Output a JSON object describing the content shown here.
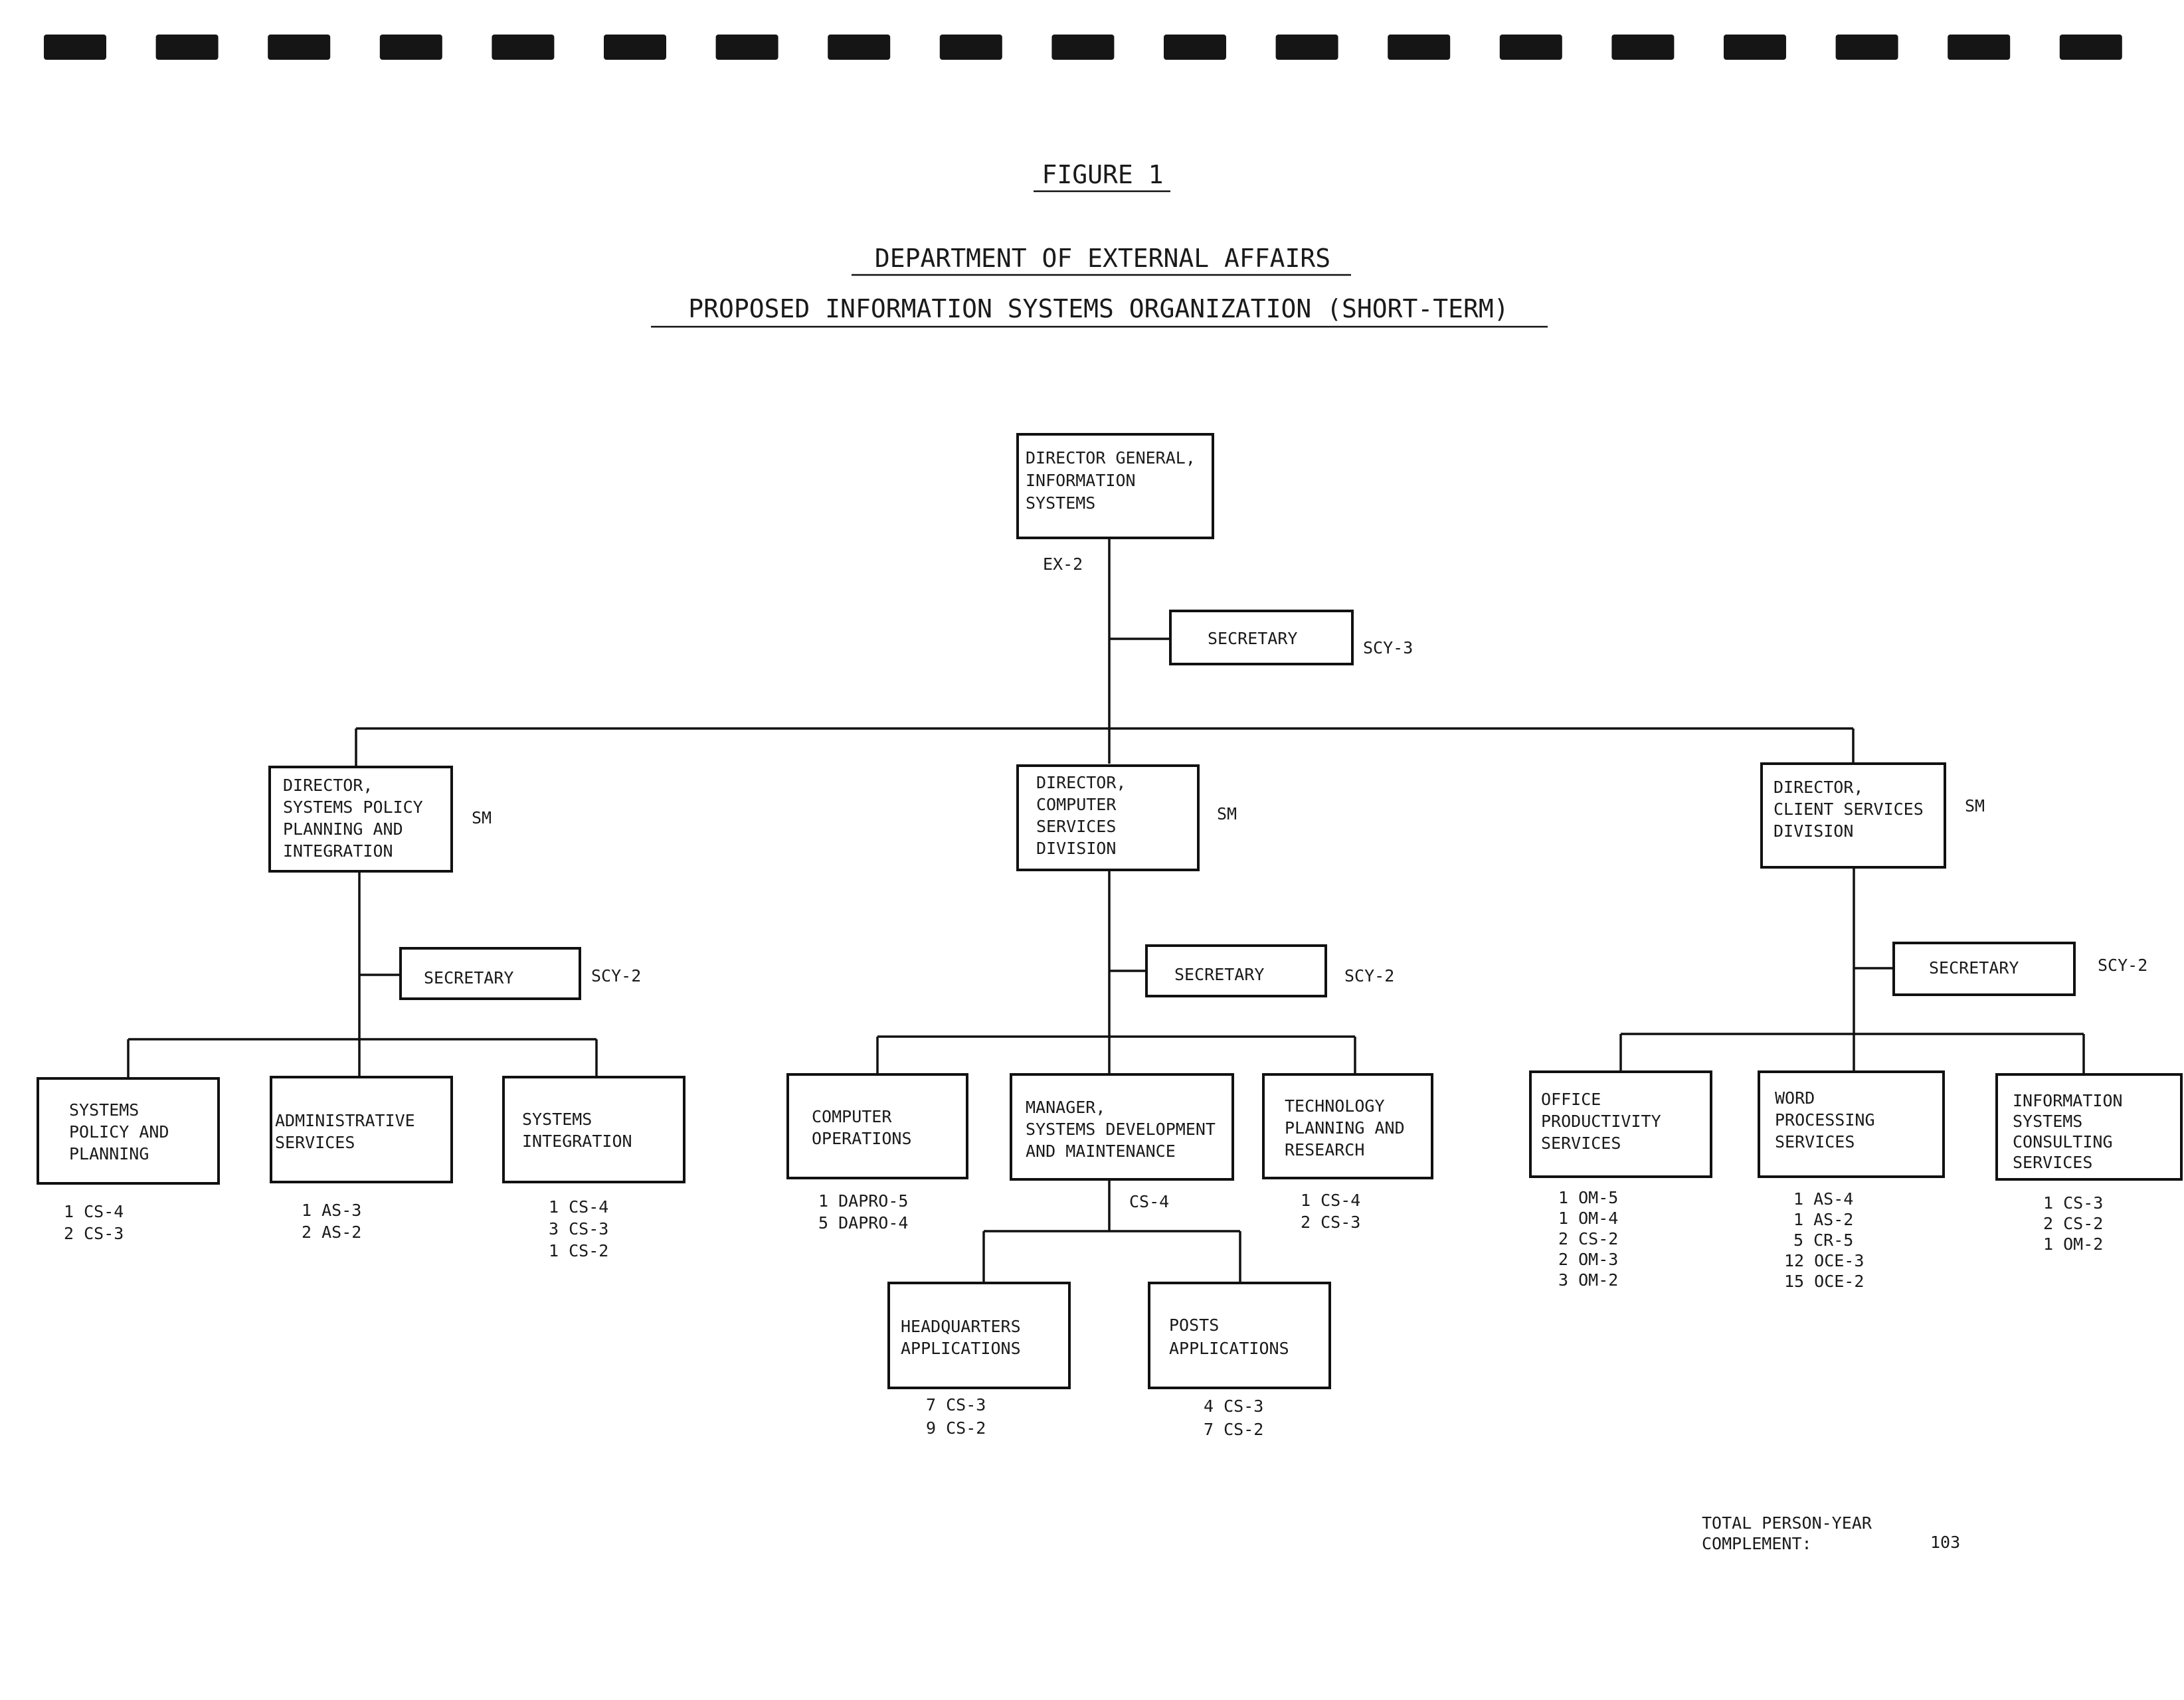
{
  "header": {
    "figure_label": "FIGURE 1",
    "title_line1": "DEPARTMENT OF EXTERNAL AFFAIRS",
    "title_line2": "PROPOSED INFORMATION SYSTEMS ORGANIZATION (SHORT-TERM)"
  },
  "org": {
    "dg": {
      "lines": [
        "DIRECTOR GENERAL,",
        "INFORMATION",
        "SYSTEMS"
      ],
      "grade": "EX-2"
    },
    "dg_secretary": {
      "lines": [
        "SECRETARY"
      ],
      "grade": "SCY-3"
    },
    "divisions": [
      {
        "lines": [
          "DIRECTOR,",
          "SYSTEMS POLICY",
          "PLANNING AND",
          "INTEGRATION"
        ],
        "grade": "SM",
        "secretary": {
          "lines": [
            "SECRETARY"
          ],
          "grade": "SCY-2"
        },
        "units": [
          {
            "lines": [
              "SYSTEMS",
              "POLICY AND",
              "PLANNING"
            ],
            "staff": [
              "1 CS-4",
              "2 CS-3"
            ]
          },
          {
            "lines": [
              "ADMINISTRATIVE",
              "SERVICES"
            ],
            "staff": [
              "1 AS-3",
              "2 AS-2"
            ]
          },
          {
            "lines": [
              "SYSTEMS",
              "INTEGRATION"
            ],
            "staff": [
              "1 CS-4",
              "3 CS-3",
              "1 CS-2"
            ]
          }
        ]
      },
      {
        "lines": [
          "DIRECTOR,",
          "COMPUTER",
          "SERVICES",
          "DIVISION"
        ],
        "grade": "SM",
        "secretary": {
          "lines": [
            "SECRETARY"
          ],
          "grade": "SCY-2"
        },
        "units": [
          {
            "lines": [
              "COMPUTER",
              "OPERATIONS"
            ],
            "staff": [
              "1 DAPRO-5",
              "5 DAPRO-4"
            ]
          },
          {
            "lines": [
              "MANAGER,",
              "SYSTEMS DEVELOPMENT",
              "AND MAINTENANCE"
            ],
            "grade": "CS-4",
            "subunits": [
              {
                "lines": [
                  "HEADQUARTERS",
                  "APPLICATIONS"
                ],
                "staff": [
                  "7 CS-3",
                  "9 CS-2"
                ]
              },
              {
                "lines": [
                  "POSTS",
                  "APPLICATIONS"
                ],
                "staff": [
                  "4 CS-3",
                  "7 CS-2"
                ]
              }
            ]
          },
          {
            "lines": [
              "TECHNOLOGY",
              "PLANNING AND",
              "RESEARCH"
            ],
            "staff": [
              "1 CS-4",
              "2 CS-3"
            ]
          }
        ]
      },
      {
        "lines": [
          "DIRECTOR,",
          "CLIENT SERVICES",
          "DIVISION"
        ],
        "grade": "SM",
        "secretary": {
          "lines": [
            "SECRETARY"
          ],
          "grade": "SCY-2"
        },
        "units": [
          {
            "lines": [
              "OFFICE",
              "PRODUCTIVITY",
              "SERVICES"
            ],
            "staff": [
              "1 OM-5",
              "1 OM-4",
              "2 CS-2",
              "2 OM-3",
              "3 OM-2"
            ]
          },
          {
            "lines": [
              "WORD",
              "PROCESSING",
              "SERVICES"
            ],
            "staff": [
              "1 AS-4",
              "1 AS-2",
              "5 CR-5",
              "12 OCE-3",
              "15 OCE-2"
            ]
          },
          {
            "lines": [
              "INFORMATION",
              "SYSTEMS",
              "CONSULTING",
              "SERVICES"
            ],
            "staff": [
              "1 CS-3",
              "2 CS-2",
              "1 OM-2"
            ]
          }
        ]
      }
    ]
  },
  "footer": {
    "total_label_line1": "TOTAL PERSON-YEAR",
    "total_label_line2": "COMPLEMENT:",
    "total_value": "103"
  }
}
